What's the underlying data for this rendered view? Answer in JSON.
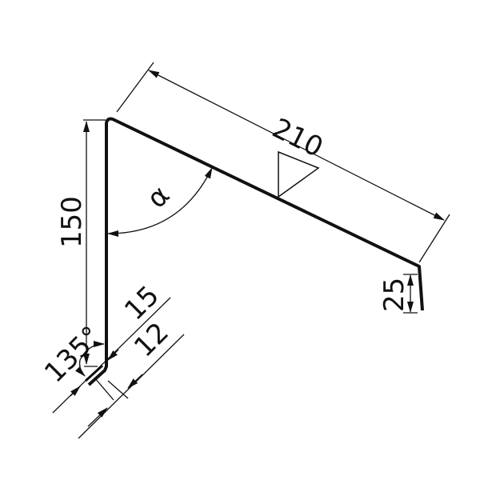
{
  "drawing": {
    "dimensions": {
      "top_length": "210",
      "vertical_height": "150",
      "right_flange": "25",
      "hem_outer": "15",
      "hem_inner": "12",
      "hem_angle": "135°",
      "bend_angle": "α"
    },
    "line_color": "#111111",
    "background": "#ffffff"
  }
}
